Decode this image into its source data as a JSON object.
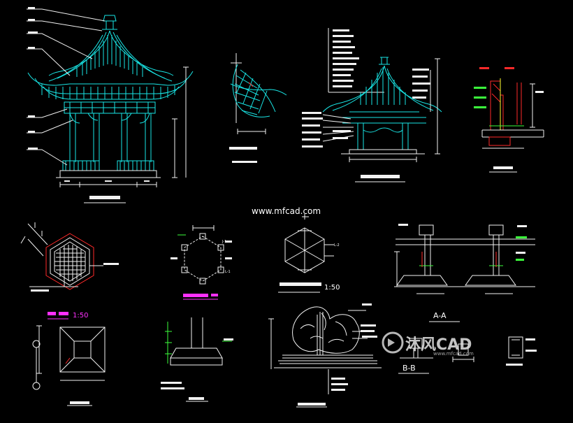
{
  "watermark_top": "www.mfcad.com",
  "watermark_logo": "沐风CAD",
  "watermark_logo_sub": "www.mfcad.com",
  "labels": {
    "scale_1_50": "1:50",
    "section_aa": "A-A",
    "section_bb": "B-B",
    "marker_l1": "L-1",
    "marker_j1": "J-1",
    "marker_l2": "L-2"
  },
  "colors": {
    "background": "#000000",
    "cyan": "#19e6e6",
    "white": "#f2f2f2",
    "red": "#ff2a2a",
    "green": "#3cff3c",
    "magenta": "#ff30ff",
    "yellow": "#ffff30"
  }
}
